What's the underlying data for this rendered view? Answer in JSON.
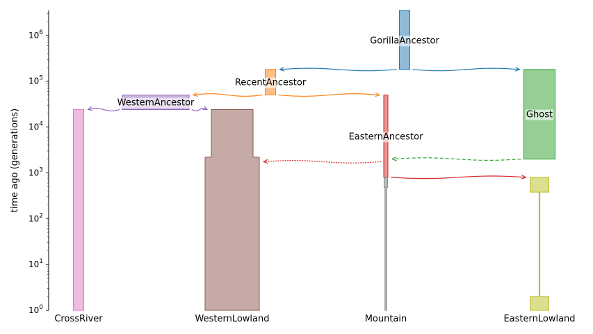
{
  "chart_data": {
    "type": "demography",
    "ylabel": "time ago (generations)",
    "yscale": "log",
    "ylim": [
      1,
      3500000
    ],
    "yticks": [
      {
        "value": 1,
        "base": "10",
        "exp": "0"
      },
      {
        "value": 10,
        "base": "10",
        "exp": "1"
      },
      {
        "value": 100,
        "base": "10",
        "exp": "2"
      },
      {
        "value": 1000,
        "base": "10",
        "exp": "3"
      },
      {
        "value": 10000,
        "base": "10",
        "exp": "4"
      },
      {
        "value": 100000,
        "base": "10",
        "exp": "5"
      },
      {
        "value": 1000000,
        "base": "10",
        "exp": "6"
      }
    ],
    "categories": [
      "CrossRiver",
      "WesternLowland",
      "Mountain",
      "EasternLowland"
    ],
    "demes": [
      {
        "name": "GorillaAncestor",
        "color": "#1f77b4",
        "label": "GorillaAncestor",
        "epochs": [
          {
            "start": 3500000,
            "end": 180000,
            "size_top": 0.25,
            "size_bottom": 0.25
          }
        ]
      },
      {
        "name": "RecentAncestor",
        "color": "#ff7f0e",
        "label": "RecentAncestor",
        "epochs": [
          {
            "start": 180000,
            "end": 50000,
            "size_top": 0.25,
            "size_bottom": 0.25
          }
        ]
      },
      {
        "name": "WesternAncestor",
        "color": "#9467bd",
        "label": "WesternAncestor",
        "epochs": [
          {
            "start": 50000,
            "end": 24000,
            "size_top": 1.6,
            "size_bottom": 1.6
          }
        ]
      },
      {
        "name": "CrossRiver",
        "color": "#e377c2",
        "label": "CrossRiver",
        "epochs": [
          {
            "start": 24000,
            "end": 1,
            "size_top": 0.25,
            "size_bottom": 0.25
          }
        ]
      },
      {
        "name": "WesternLowland",
        "color": "#8c564b",
        "label": "WesternLowland",
        "epochs": [
          {
            "start": 24000,
            "end": 2200,
            "size_top": 1.0,
            "size_bottom": 1.0
          },
          {
            "start": 2200,
            "end": 1,
            "size_top": 1.3,
            "size_bottom": 1.3
          }
        ]
      },
      {
        "name": "EasternAncestor",
        "color": "#d62728",
        "label": "EasternAncestor",
        "epochs": [
          {
            "start": 50000,
            "end": 800,
            "size_top": 0.1,
            "size_bottom": 0.1
          }
        ]
      },
      {
        "name": "Mountain",
        "color": "#7f7f7f",
        "label": "Mountain",
        "epochs": [
          {
            "start": 800,
            "end": 480,
            "size_top": 0.08,
            "size_bottom": 0.08
          },
          {
            "start": 480,
            "end": 1,
            "size_top": 0.04,
            "size_bottom": 0.04
          }
        ]
      },
      {
        "name": "Ghost",
        "color": "#2ca02c",
        "label": "Ghost",
        "epochs": [
          {
            "start": 180000,
            "end": 2000,
            "size_top": 0.75,
            "size_bottom": 0.75
          }
        ]
      },
      {
        "name": "EasternLowland",
        "color": "#bcbd22",
        "label": "EasternLowland",
        "epochs": [
          {
            "start": 800,
            "end": 380,
            "size_top": 0.45,
            "size_bottom": 0.45
          },
          {
            "start": 380,
            "end": 2,
            "size_top": 0.02,
            "size_bottom": 0.02
          },
          {
            "start": 2,
            "end": 1,
            "size_top": 0.45,
            "size_bottom": 0.45
          }
        ]
      }
    ],
    "migrations": [
      {
        "source": "GorillaAncestor",
        "dest": "RecentAncestor",
        "time": 180000,
        "color": "#1f77b4",
        "style": "solid"
      },
      {
        "source": "GorillaAncestor",
        "dest": "Ghost",
        "time": 180000,
        "color": "#1f77b4",
        "style": "solid"
      },
      {
        "source": "RecentAncestor",
        "dest": "WesternAncestor",
        "time": 50000,
        "color": "#ff7f0e",
        "style": "solid"
      },
      {
        "source": "RecentAncestor",
        "dest": "EasternAncestor",
        "time": 50000,
        "color": "#ff7f0e",
        "style": "solid"
      },
      {
        "source": "WesternAncestor",
        "dest": "CrossRiver",
        "time": 24000,
        "color": "#9467bd",
        "style": "solid"
      },
      {
        "source": "WesternAncestor",
        "dest": "WesternLowland",
        "time": 24000,
        "color": "#9467bd",
        "style": "solid"
      },
      {
        "source": "Ghost",
        "dest": "EasternAncestor",
        "time": 2000,
        "color": "#2ca02c",
        "style": "dashed"
      },
      {
        "source": "EasternAncestor",
        "dest": "WesternLowland",
        "time": 1750,
        "color": "#d62728",
        "style": "dotted"
      },
      {
        "source": "EasternAncestor",
        "dest": "EasternLowland",
        "time": 800,
        "color": "#d62728",
        "style": "solid"
      }
    ]
  }
}
